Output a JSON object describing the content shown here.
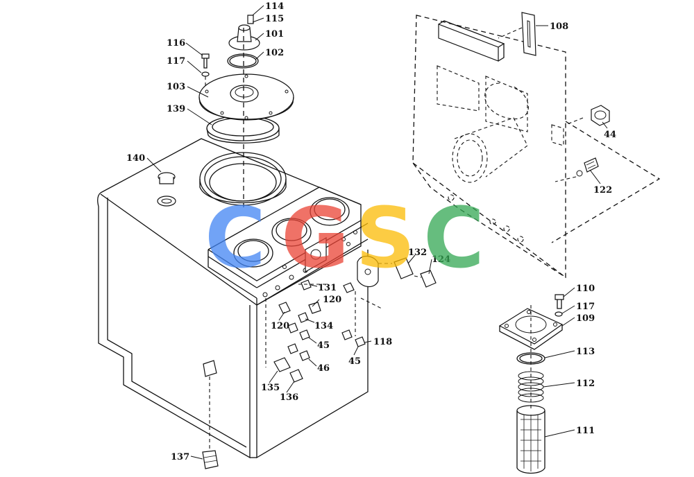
{
  "watermark": {
    "letters": [
      {
        "text": "C",
        "color": "#4285F4"
      },
      {
        "text": "G",
        "color": "#EA4335"
      },
      {
        "text": "S",
        "color": "#FBBC05"
      },
      {
        "text": "C",
        "color": "#34A853"
      }
    ]
  },
  "part_labels": [
    {
      "id": "114"
    },
    {
      "id": "115"
    },
    {
      "id": "101"
    },
    {
      "id": "102"
    },
    {
      "id": "116"
    },
    {
      "id": "117"
    },
    {
      "id": "103"
    },
    {
      "id": "139"
    },
    {
      "id": "140"
    },
    {
      "id": "108"
    },
    {
      "id": "44"
    },
    {
      "id": "122"
    },
    {
      "id": "132"
    },
    {
      "id": "124"
    },
    {
      "id": "131"
    },
    {
      "id": "120"
    },
    {
      "id": "120"
    },
    {
      "id": "134"
    },
    {
      "id": "45"
    },
    {
      "id": "118"
    },
    {
      "id": "45"
    },
    {
      "id": "46"
    },
    {
      "id": "135"
    },
    {
      "id": "136"
    },
    {
      "id": "137"
    },
    {
      "id": "110"
    },
    {
      "id": "117"
    },
    {
      "id": "109"
    },
    {
      "id": "113"
    },
    {
      "id": "112"
    },
    {
      "id": "111"
    }
  ]
}
